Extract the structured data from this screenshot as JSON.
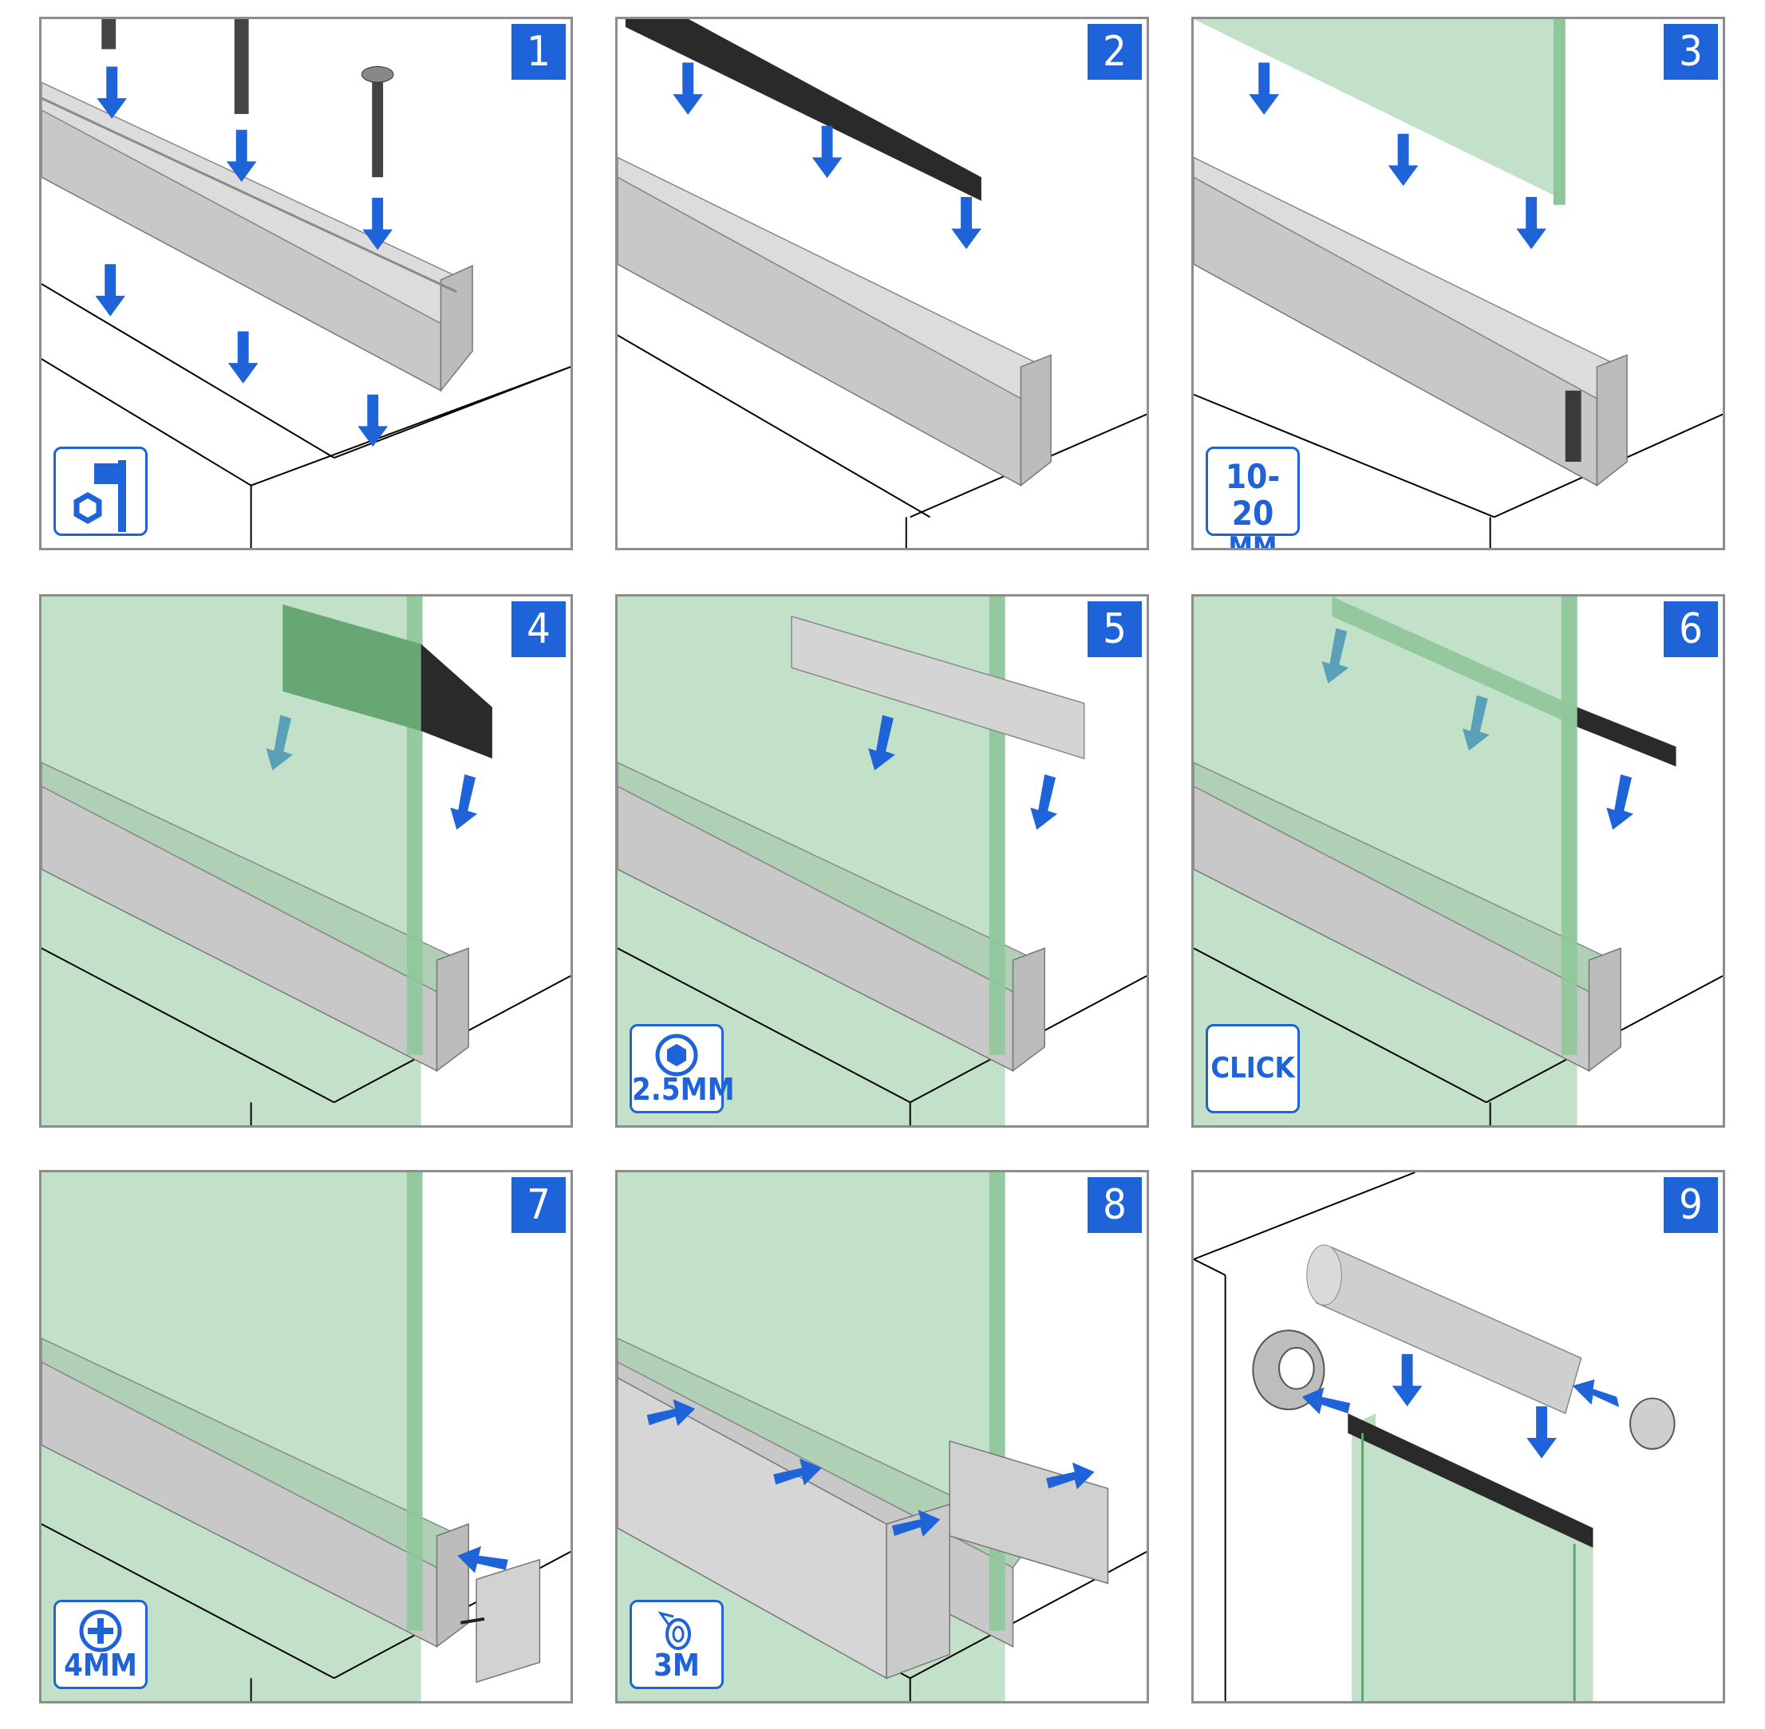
{
  "colors": {
    "accent": "#1e63d8",
    "glass": "#b9dcc0",
    "glass_edge": "#5fa56e",
    "aluminium": "#c9c9c9",
    "rubber": "#2a2a2a",
    "frame": "#8d8d8d"
  },
  "steps": [
    {
      "number": "1",
      "badge": {
        "type": "icon",
        "icon": "wrench-hex-icon"
      }
    },
    {
      "number": "2",
      "badge": null
    },
    {
      "number": "3",
      "badge": {
        "type": "text2",
        "line1": "10-20",
        "line2": "MM"
      }
    },
    {
      "number": "4",
      "badge": null
    },
    {
      "number": "5",
      "badge": {
        "type": "icon-text",
        "icon": "hex-key-icon",
        "text": "2.5MM"
      }
    },
    {
      "number": "6",
      "badge": {
        "type": "text1",
        "text": "CLICK"
      }
    },
    {
      "number": "7",
      "badge": {
        "type": "icon-text",
        "icon": "phillips-screw-icon",
        "text": "4MM"
      }
    },
    {
      "number": "8",
      "badge": {
        "type": "icon-text",
        "icon": "tape-roll-icon",
        "text": "3M"
      }
    },
    {
      "number": "9",
      "badge": null
    }
  ]
}
